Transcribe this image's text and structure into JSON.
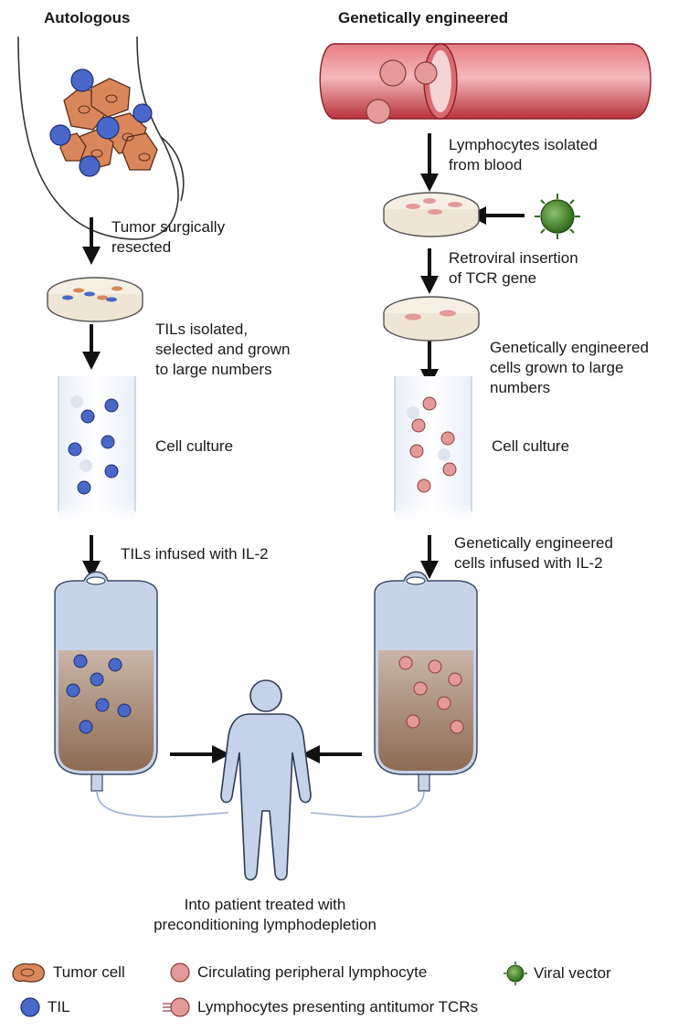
{
  "headers": {
    "left": "Autologous",
    "right": "Genetically engineered"
  },
  "left_steps": {
    "resected": [
      "Tumor surgically",
      "resected"
    ],
    "isolated": [
      "TILs isolated,",
      "selected and grown",
      "to large numbers"
    ],
    "culture": "Cell culture",
    "infused": "TILs infused with IL-2"
  },
  "right_steps": {
    "isolated": [
      "Lymphocytes isolated",
      "from blood"
    ],
    "retroviral": [
      "Retroviral insertion",
      "of TCR gene"
    ],
    "grown": [
      "Genetically engineered",
      "cells grown to large",
      "numbers"
    ],
    "culture": "Cell culture",
    "infused": [
      "Genetically engineered",
      "cells infused with IL-2"
    ]
  },
  "patient_caption": [
    "Into patient treated with",
    "preconditioning lymphodepletion"
  ],
  "legend": {
    "tumor_cell": "Tumor cell",
    "til": "TIL",
    "circulating": "Circulating peripheral lymphocyte",
    "antitumor": "Lymphocytes presenting antitumor TCRs",
    "viral": "Viral vector"
  },
  "colors": {
    "tumor": "#d9875a",
    "til": "#4a68c9",
    "lymphocyte": "#e39a98",
    "virus": "#4f8a32",
    "fluid": "#a5836e",
    "bag": "#c9d3e8",
    "vessel": "#c94a52"
  },
  "icons": [
    "tumor-cell-icon",
    "til-icon",
    "circulating-lymphocyte-icon",
    "antitumor-lymphocyte-icon",
    "viral-vector-icon"
  ]
}
